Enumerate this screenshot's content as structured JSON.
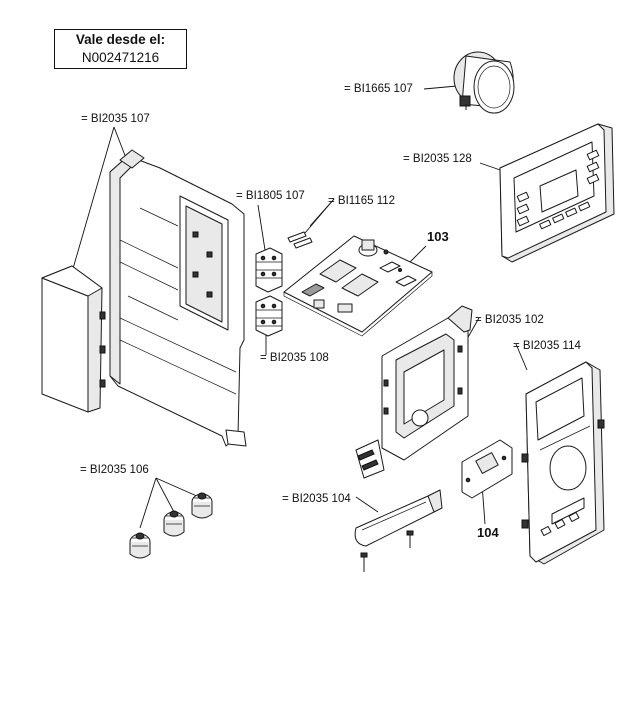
{
  "validity": {
    "title": "Vale desde el:",
    "code": "N002471216"
  },
  "labels": {
    "gauge": "= BI1665 107",
    "casing_back": "= BI2035 107",
    "front_panel": "= BI2035 128",
    "terminal_107": "= BI1805 107",
    "fuse_clips": "= BI1165 112",
    "pcb_number": "103",
    "frame": "= BI2035 102",
    "front_cover": "= BI2035 114",
    "terminal_108": "= BI2035 108",
    "glands": "= BI2035 106",
    "bracket": "= BI2035 104",
    "small_pcb_number": "104"
  }
}
